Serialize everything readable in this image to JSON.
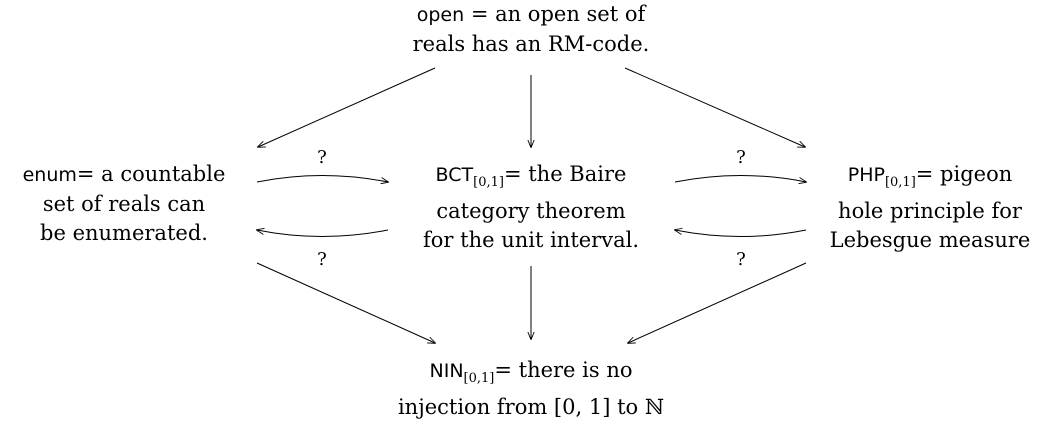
{
  "nodes": {
    "open": {
      "name": "open",
      "line1_rest": " = an open set of",
      "line2": "reals has an RM-code."
    },
    "enum": {
      "name": "enum",
      "line1_rest": "= a countable",
      "line2": "set of reals can",
      "line3": "be enumerated."
    },
    "bct": {
      "name": "BCT",
      "sub": "[0,1]",
      "line1_rest": "= the Baire",
      "line2": "category theorem",
      "line3": "for the unit interval."
    },
    "php": {
      "name": "PHP",
      "sub": "[0,1]",
      "line1_rest": "= pigeon",
      "line2": "hole principle for",
      "line3": "Lebesgue measure"
    },
    "nin": {
      "name": "NIN",
      "sub": "[0,1]",
      "line1_rest": "= there is no",
      "line2": "injection from [0, 1] to ℕ"
    }
  },
  "labels": {
    "q1": "?",
    "q2": "?",
    "q3": "?",
    "q4": "?"
  }
}
